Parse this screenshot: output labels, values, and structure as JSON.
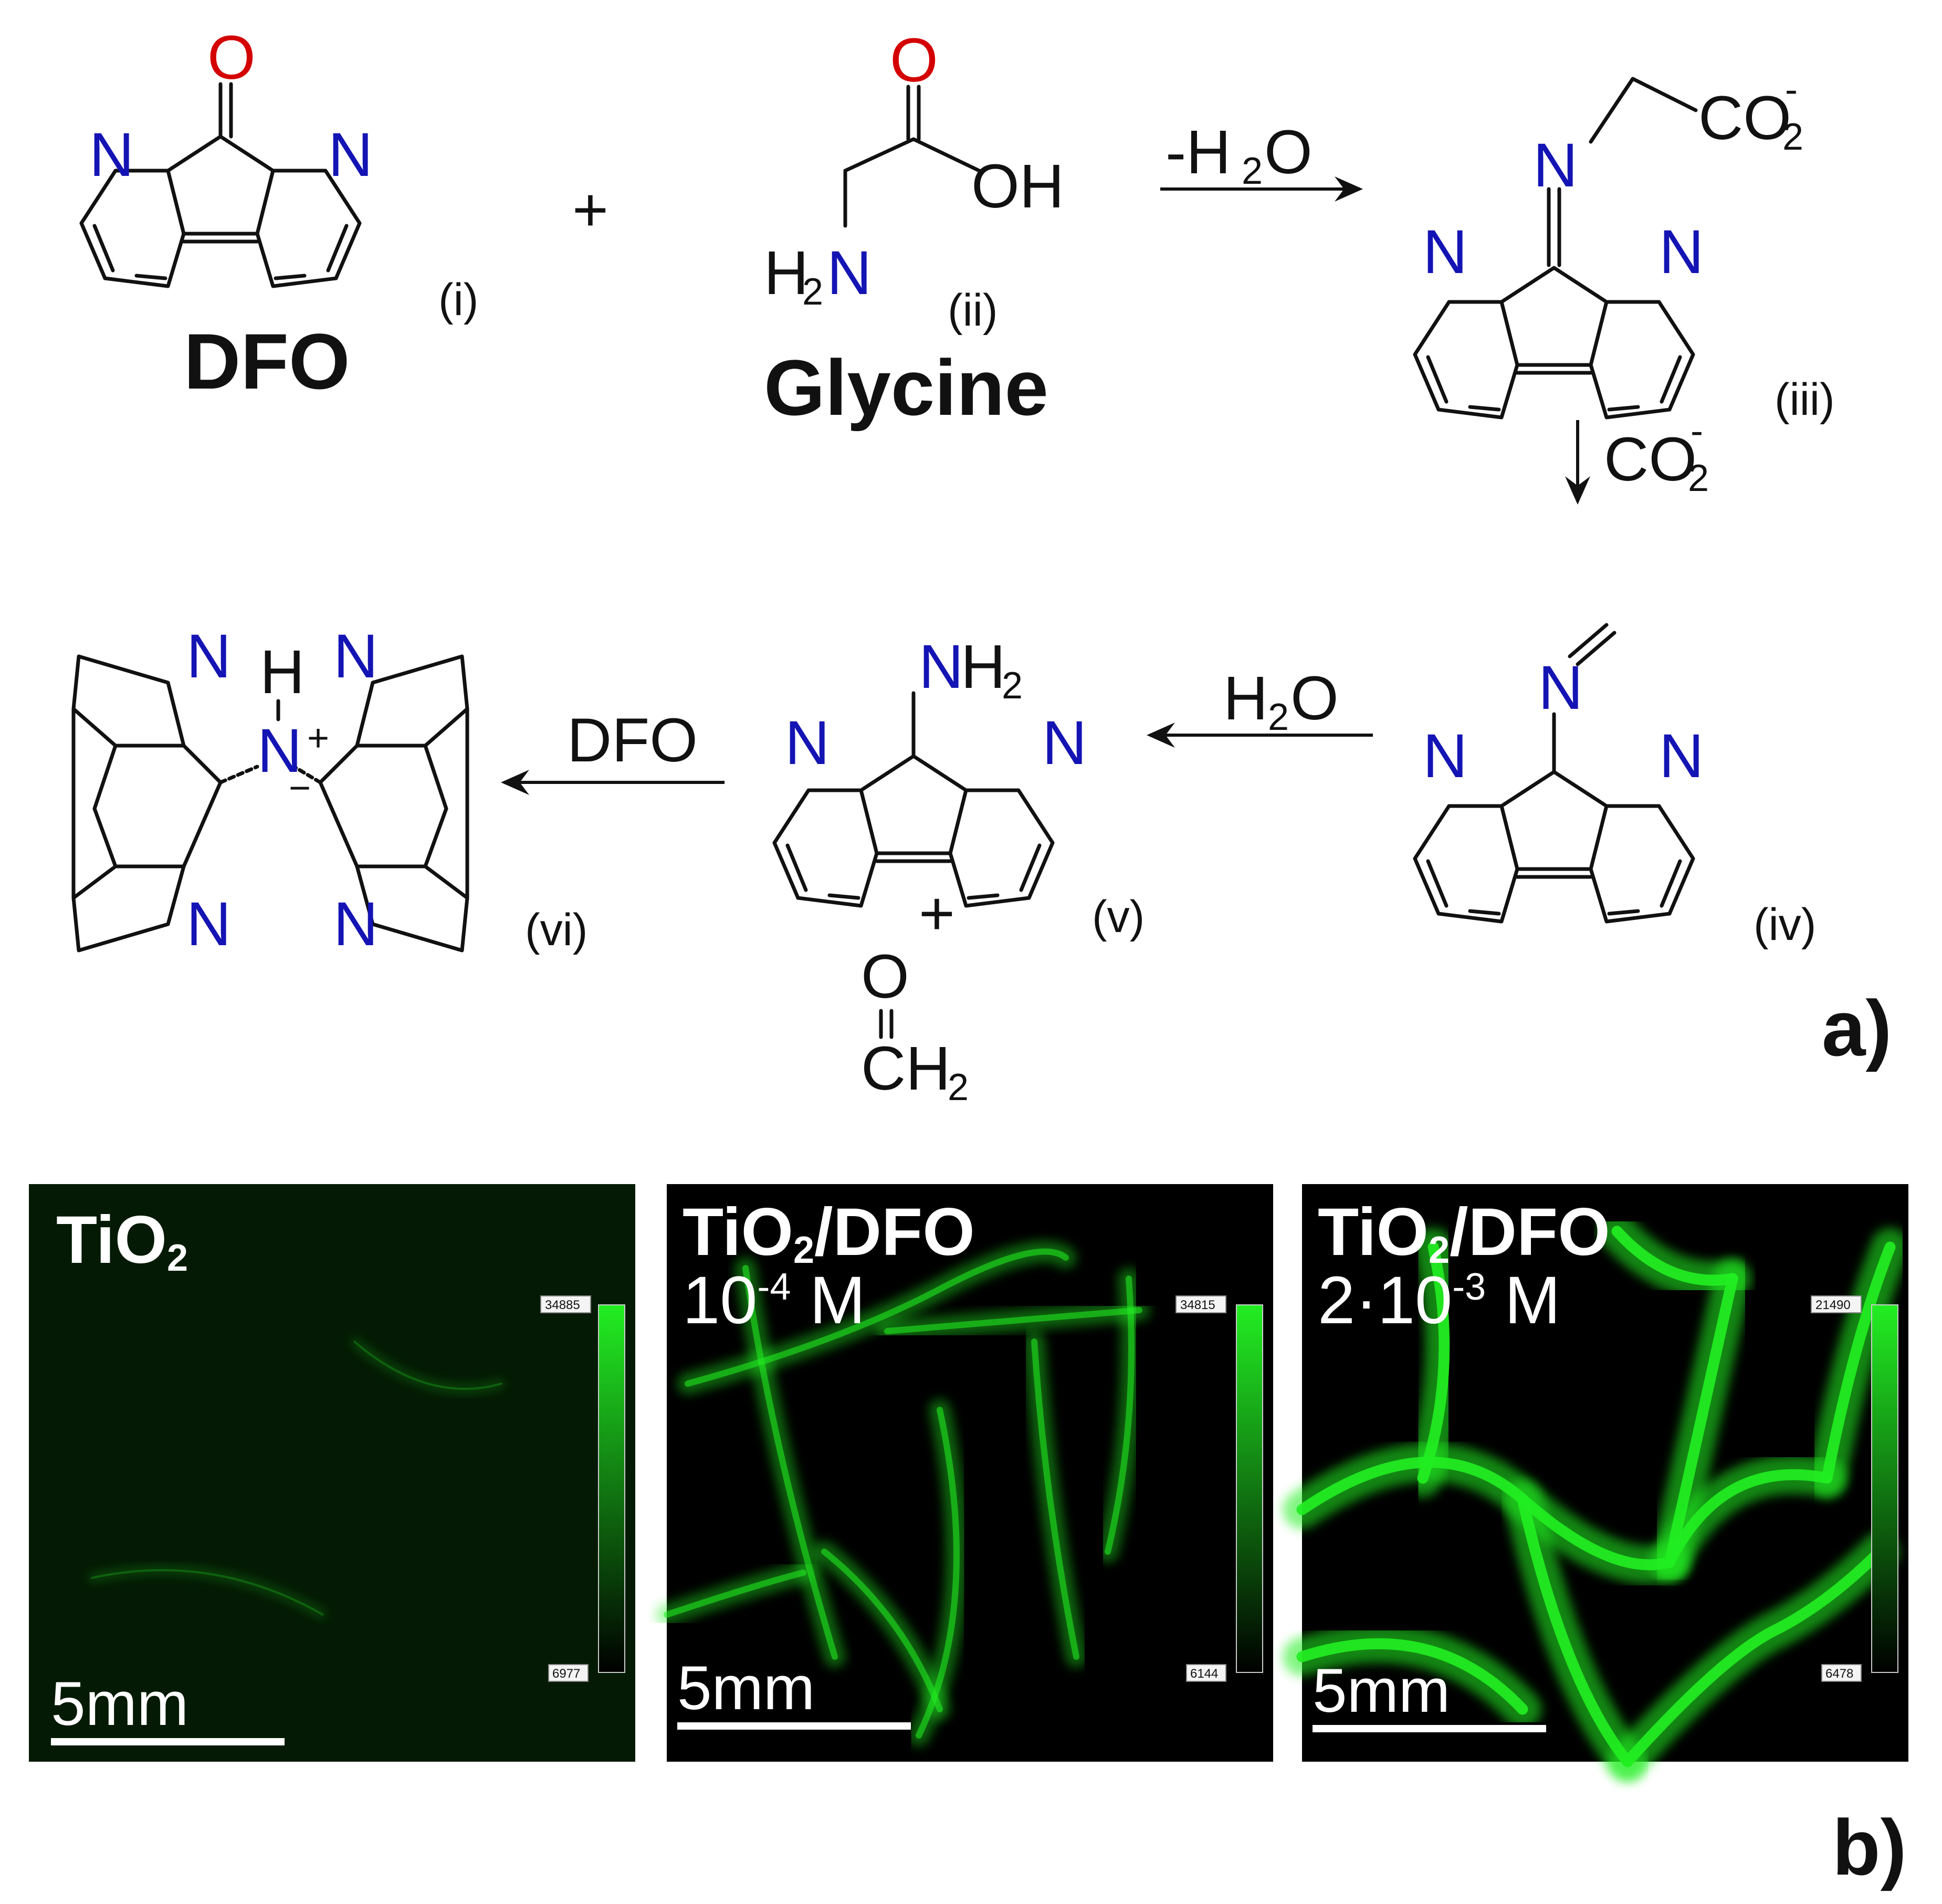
{
  "scheme": {
    "compounds": [
      {
        "id": "i",
        "label": "(i)",
        "name": "DFO"
      },
      {
        "id": "ii",
        "label": "(ii)",
        "name": "Glycine"
      },
      {
        "id": "iii",
        "label": "(iii)"
      },
      {
        "id": "iv",
        "label": "(iv)"
      },
      {
        "id": "v",
        "label": "(v)"
      },
      {
        "id": "vi",
        "label": "(vi)"
      }
    ],
    "plus_sign": "+",
    "atoms": {
      "N": "N",
      "O": "O",
      "H": "H",
      "OH": "OH",
      "H2N_H": "H",
      "H2N_2": "2",
      "NH2_N": "N",
      "NH2_H": "H",
      "NH2_2": "2",
      "CO2_main": "CO",
      "CO2_sub": "2",
      "CO2_charge": "-",
      "CH2_main": "CH",
      "CH2_sub": "2",
      "plus_charge": "+",
      "minus_charge": "−"
    },
    "arrows": [
      {
        "id": "a1",
        "label_main": "-H",
        "label_sub": "2",
        "label_tail": "O"
      },
      {
        "id": "a2",
        "label_main": "CO",
        "label_sub": "2",
        "label_charge": "-"
      },
      {
        "id": "a3",
        "label_main": "H",
        "label_sub": "2",
        "label_tail": "O"
      },
      {
        "id": "a4",
        "label": "DFO"
      }
    ],
    "panel_letter": "a)"
  },
  "images": {
    "panel_letter": "b)",
    "panels": [
      {
        "id": "p1",
        "title_main": "TiO",
        "title_sub": "2",
        "title_tail": "",
        "conc_main": "",
        "conc_exp": "",
        "conc_tail": "",
        "scale_label": "5mm",
        "cbar_max": "34885",
        "cbar_min": "6977",
        "intensity": 0.05
      },
      {
        "id": "p2",
        "title_main": "TiO",
        "title_sub": "2",
        "title_tail": "/DFO",
        "conc_main": "10",
        "conc_exp": "-4",
        "conc_tail": " M",
        "scale_label": "5mm",
        "cbar_max": "34815",
        "cbar_min": "6144",
        "intensity": 0.45
      },
      {
        "id": "p3",
        "title_main": "TiO",
        "title_sub": "2",
        "title_tail": "/DFO",
        "conc_main": "2·10",
        "conc_exp": "-3",
        "conc_tail": " M",
        "scale_label": "5mm",
        "cbar_max": "21490",
        "cbar_min": "6478",
        "intensity": 0.9
      }
    ],
    "fluorescence_color": "#22ee22"
  }
}
